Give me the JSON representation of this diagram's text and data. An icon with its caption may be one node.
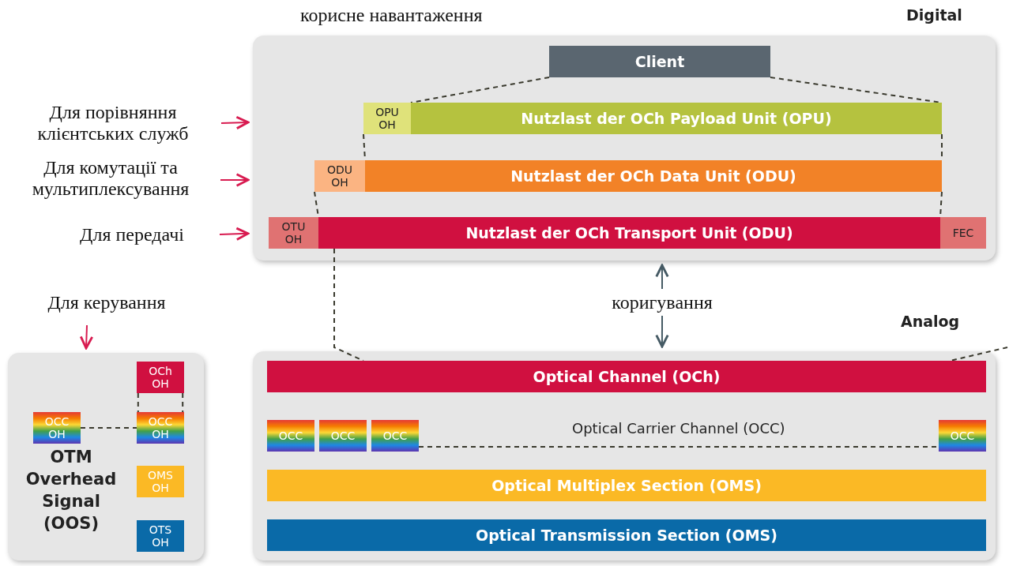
{
  "diagram": {
    "nodes": [
      {
        "text": [],
        "shape": "box"
      },
      {
        "text": [
          "Client"
        ],
        "in": 0
      },
      {
        "text": [
          "OPU OH"
        ],
        "in": 0
      },
      {
        "text": [
          "Nutzlast der OCh Payload Unit (OPU)"
        ],
        "in": 0
      },
      {
        "text": [
          "ODU OH"
        ],
        "in": 0
      },
      {
        "text": [
          "Nutzlast der OCh Data Unit (ODU)"
        ],
        "in": 0
      },
      {
        "text": [
          "OTU OH"
        ],
        "in": 0
      },
      {
        "text": [
          "Nutzlast der OCh Transport Unit (ODU)"
        ],
        "in": 0
      },
      {
        "text": [
          "FEC"
        ],
        "in": 0
      },
      {
        "text": [],
        "shape": "box"
      },
      {
        "text": [
          "Optical Channel (OCh)"
        ],
        "in": 9
      },
      {
        "text": [
          "OCC"
        ],
        "in": 9
      },
      {
        "text": [
          "OCC"
        ],
        "in": 9
      },
      {
        "text": [
          "OCC"
        ],
        "in": 9
      },
      {
        "text": [
          "OCC"
        ],
        "in": 9
      },
      {
        "text": [
          "Optical Multiplex Section (OMS)"
        ],
        "in": 9
      },
      {
        "text": [
          "Optical Transmission Section (OMS)"
        ],
        "in": 9
      },
      {
        "text": [
          "OTM Overhead Signal (OOS)"
        ]
      },
      {
        "text": [
          "OCh OH"
        ],
        "in": 17
      },
      {
        "text": [
          "OCC OH"
        ],
        "in": 17
      },
      {
        "text": [
          "OCC OH"
        ],
        "in": 17
      },
      {
        "text": [
          "OMS OH"
        ],
        "in": 17
      },
      {
        "text": [
          "OTS OH"
        ],
        "in": 17
      },
      {
        "text": [
          "Для порівняння клієнтських служб"
        ]
      },
      {
        "text": [
          "Для комутації та мультиплексування"
        ]
      },
      {
        "text": [
          "Для передачі"
        ]
      },
      {
        "text": [
          "Для керування"
        ]
      },
      {
        "text": [
          "коригування"
        ]
      }
    ],
    "edges": [
      {
        "from": 23,
        "to": 0,
        "arrow": "to",
        "color": "#d81b50"
      },
      {
        "from": 24,
        "to": 0,
        "arrow": "to",
        "color": "#d81b50"
      },
      {
        "from": 25,
        "to": 0,
        "arrow": "to",
        "color": "#d81b50"
      },
      {
        "from": 26,
        "to": 17,
        "arrow": "to",
        "color": "#d81b50"
      },
      {
        "from": 27,
        "to": 0,
        "arrow": "to",
        "color": "#455a64"
      },
      {
        "from": 27,
        "to": 9,
        "arrow": "to",
        "color": "#455a64"
      },
      {
        "from": 1,
        "to": 3,
        "arrow": "none",
        "style": "dashed"
      },
      {
        "from": 1,
        "to": 3,
        "arrow": "none",
        "style": "dashed"
      },
      {
        "from": 2,
        "to": 5,
        "arrow": "none",
        "style": "dashed"
      },
      {
        "from": 3,
        "to": 5,
        "arrow": "none",
        "style": "dashed"
      },
      {
        "from": 4,
        "to": 7,
        "arrow": "none",
        "style": "dashed"
      },
      {
        "from": 5,
        "to": 7,
        "arrow": "none",
        "style": "dashed"
      },
      {
        "from": 7,
        "to": 10,
        "arrow": "none",
        "style": "dashed"
      },
      {
        "from": null,
        "to": 10,
        "arrow": "none",
        "style": "dashed"
      },
      {
        "from": 13,
        "to": 14,
        "label": "Optical Carrier Channel (OCC)",
        "arrow": "none",
        "style": "dashed"
      },
      {
        "from": 18,
        "to": 20,
        "arrow": "none",
        "style": "dashed"
      },
      {
        "from": 18,
        "to": 20,
        "arrow": "none",
        "style": "dashed"
      },
      {
        "from": 19,
        "to": 20,
        "arrow": "none",
        "style": "dashed"
      }
    ],
    "labels": [
      "корисне навантаження",
      "Digital",
      "Analog"
    ]
  }
}
